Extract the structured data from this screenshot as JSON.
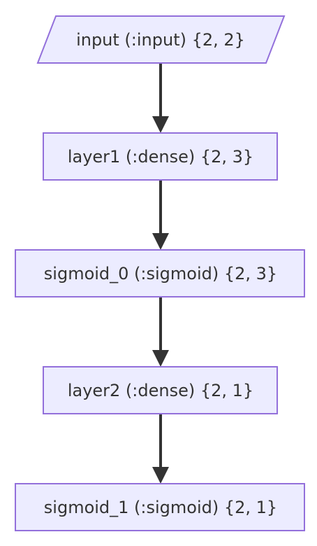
{
  "diagram": {
    "type": "flowchart",
    "direction": "top-to-bottom",
    "colors": {
      "node_fill": "#ECECFF",
      "node_stroke": "#9370DB",
      "edge": "#333333",
      "text": "#333333"
    },
    "nodes": [
      {
        "id": "input",
        "label": "input (:input) {2, 2}",
        "shape": "parallelogram"
      },
      {
        "id": "layer1",
        "label": "layer1 (:dense) {2, 3}",
        "shape": "rectangle"
      },
      {
        "id": "sigmoid_0",
        "label": "sigmoid_0 (:sigmoid) {2, 3}",
        "shape": "rectangle"
      },
      {
        "id": "layer2",
        "label": "layer2 (:dense) {2, 1}",
        "shape": "rectangle"
      },
      {
        "id": "sigmoid_1",
        "label": "sigmoid_1 (:sigmoid) {2, 1}",
        "shape": "rectangle"
      }
    ],
    "edges": [
      {
        "from": "input",
        "to": "layer1"
      },
      {
        "from": "layer1",
        "to": "sigmoid_0"
      },
      {
        "from": "sigmoid_0",
        "to": "layer2"
      },
      {
        "from": "layer2",
        "to": "sigmoid_1"
      }
    ]
  }
}
